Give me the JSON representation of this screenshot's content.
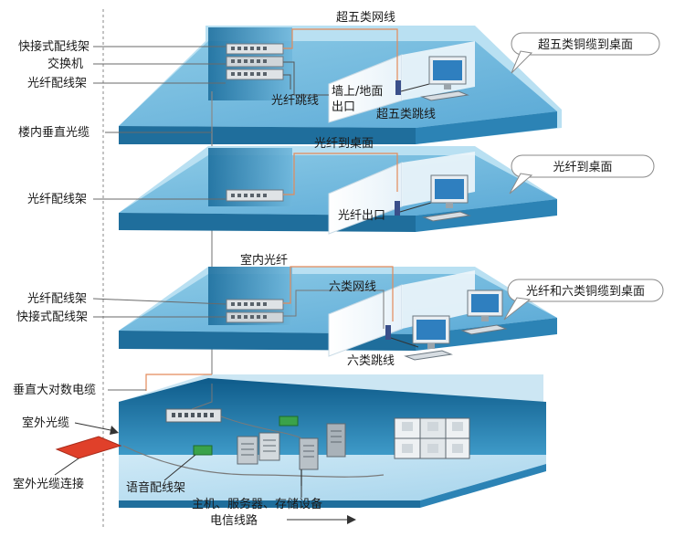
{
  "floor1": {
    "top_label": "超五类网线",
    "callout": "超五类铜缆到桌面",
    "left_labels": [
      "快接式配线架",
      "交换机",
      "光纤配线架"
    ],
    "fiber_patch": "光纤跳线",
    "outlet_line1": "墙上/地面",
    "outlet_line2": "出口",
    "cat5_patch": "超五类跳线"
  },
  "riser_label": "楼内垂直光缆",
  "floor2": {
    "top_label": "光纤到桌面",
    "callout": "光纤到桌面",
    "left_label": "光纤配线架",
    "outlet": "光纤出口"
  },
  "floor3": {
    "top_label": "室内光纤",
    "cat6_label": "六类网线",
    "callout": "光纤和六类铜缆到桌面",
    "left_labels": [
      "光纤配线架",
      "快接式配线架"
    ],
    "cat6_patch": "六类跳线"
  },
  "basement": {
    "vertical_copper": "垂直大对数电缆",
    "outdoor_cable": "室外光缆",
    "outdoor_connect": "室外光缆连接",
    "voice_panel": "语音配线架",
    "hosts": "主机、服务器、存储设备",
    "telecom": "电信线路"
  }
}
